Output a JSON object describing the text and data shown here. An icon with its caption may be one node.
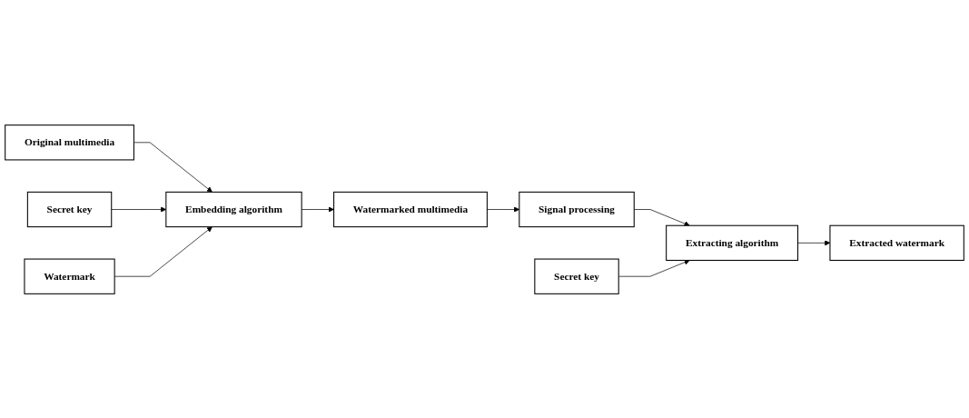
{
  "diagram": {
    "nodes": [
      {
        "text": [
          "Original multimedia"
        ]
      },
      {
        "text": [
          "Secret key"
        ]
      },
      {
        "text": [
          "Embedding algorithm"
        ]
      },
      {
        "text": [
          "Watermark"
        ]
      },
      {
        "text": [
          "Watermarked multimedia"
        ]
      },
      {
        "text": [
          "Signal processing"
        ]
      },
      {
        "text": [
          "Secret key"
        ]
      },
      {
        "text": [
          "Extracting algorithm"
        ]
      },
      {
        "text": [
          "Extracted watermark"
        ]
      }
    ],
    "edges": [
      {
        "from": 0,
        "to": 2,
        "arrow": "to"
      },
      {
        "from": 1,
        "to": 2,
        "arrow": "to"
      },
      {
        "from": 3,
        "to": 2,
        "arrow": "to"
      },
      {
        "from": 2,
        "to": 4,
        "arrow": "to"
      },
      {
        "from": 4,
        "to": 5,
        "arrow": "to"
      },
      {
        "from": 5,
        "to": 7,
        "arrow": "to"
      },
      {
        "from": 6,
        "to": 7,
        "arrow": "to"
      },
      {
        "from": 7,
        "to": 8,
        "arrow": "to"
      }
    ]
  }
}
